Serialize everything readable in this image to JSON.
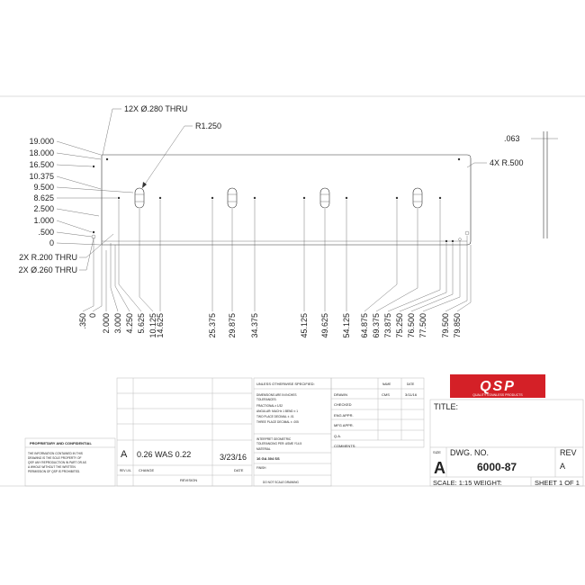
{
  "callouts": {
    "holes_thru_280": "12X Ø.280 THRU",
    "radius_1250": "R1.250",
    "thickness": ".063",
    "corner_radius": "4X R.500",
    "radius_200_thru": "2X R.200 THRU",
    "holes_thru_260": "2X Ø.260 THRU"
  },
  "vertical_dims": [
    "19.000",
    "18.000",
    "16.500",
    "10.375",
    "9.500",
    "8.625",
    "2.500",
    "1.000",
    ".500",
    "0"
  ],
  "horizontal_dims": [
    ".350",
    "0",
    "2.000",
    "3.000",
    "4.250",
    "5.625",
    "10.125",
    "14.625",
    "25.375",
    "29.875",
    "34.375",
    "45.125",
    "49.625",
    "54.125",
    "64.875",
    "69.375",
    "73.875",
    "75.250",
    "76.500",
    "77.500",
    "79.500",
    "79.850"
  ],
  "title_block": {
    "spec_header": "UNLESS OTHERWISE SPECIFIED:",
    "spec_lines": [
      "DIMENSIONS ARE IN INCHES",
      "TOLERANCES:",
      "FRACTIONAL± 1/32",
      "ANGULAR: MACH± 1  BEND ± 1",
      "TWO PLACE DECIMAL  ± .01",
      "THREE PLACE DECIMAL  ± .005"
    ],
    "geo_lines": [
      "INTERPRET GEOMETRIC",
      "TOLERANCING PER: ASME Y14.5"
    ],
    "material_label": "MATERIAL",
    "material_value": "16 GA 304 SS",
    "finish_label": "FINISH",
    "no_scale": "DO NOT SCALE DRAWING",
    "name_header": "NAME",
    "date_header": "DATE",
    "rows": [
      {
        "label": "DRAWN",
        "name": "CMS",
        "date": "3/11/16"
      },
      {
        "label": "CHECKED",
        "name": "",
        "date": ""
      },
      {
        "label": "ENG APPR.",
        "name": "",
        "date": ""
      },
      {
        "label": "MFG APPR.",
        "name": "",
        "date": ""
      },
      {
        "label": "Q.A.",
        "name": "",
        "date": ""
      },
      {
        "label": "COMMENTS:",
        "name": "",
        "date": ""
      }
    ],
    "logo_text": "QSP",
    "logo_tagline": "QUALITY STAINLESS PRODUCTS",
    "title_label": "TITLE:",
    "size_label": "SIZE",
    "size_value": "A",
    "dwg_label": "DWG.  NO.",
    "dwg_value": "6000-87",
    "rev_label": "REV",
    "rev_value": "A",
    "scale": "SCALE: 1:15 WEIGHT:",
    "sheet": "SHEET 1 OF 1"
  },
  "revision": {
    "rev": "A",
    "change": "0.26 WAS 0.22",
    "date": "3/23/16",
    "rev_header": "REV LVL",
    "change_header": "CHANGE",
    "date_header": "DATE",
    "section_header": "REVISION"
  },
  "proprietary": {
    "title": "PROPRIETARY AND CONFIDENTIAL",
    "lines": [
      "THE INFORMATION CONTAINED IN THIS",
      "DRAWING IS THE SOLE PROPERTY OF",
      "QSP. ANY REPRODUCTION IN PART OR AS",
      "A WHOLE WITHOUT THE WRITTEN",
      "PERMISSION OF QSP IS PROHIBITED."
    ]
  },
  "colors": {
    "logo_red": "#d42027",
    "line": "#333333"
  }
}
